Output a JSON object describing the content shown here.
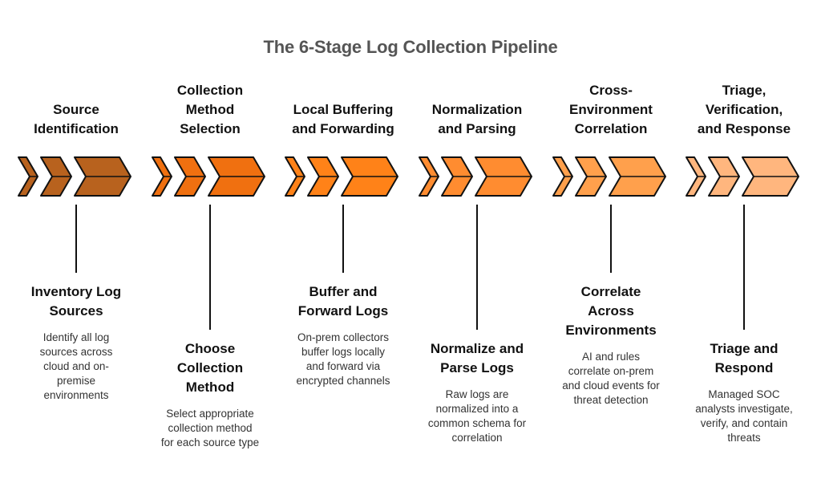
{
  "title": "The 6-Stage Log Collection Pipeline",
  "stages": [
    {
      "heading": "Source\nIdentification",
      "color": "#B8621E",
      "detail_title": "Inventory Log\nSources",
      "detail_desc": "Identify all log\nsources across\ncloud and on-\npremise\nenvironments"
    },
    {
      "heading": "Collection\nMethod\nSelection",
      "color": "#F07010",
      "detail_title": "Choose\nCollection\nMethod",
      "detail_desc": "Select appropriate\ncollection method\nfor each source type"
    },
    {
      "heading": "Local Buffering\nand Forwarding",
      "color": "#FF8218",
      "detail_title": "Buffer and\nForward Logs",
      "detail_desc": "On-prem collectors\nbuffer logs locally\nand forward via\nencrypted channels"
    },
    {
      "heading": "Normalization\nand Parsing",
      "color": "#FF8C30",
      "detail_title": "Normalize and\nParse Logs",
      "detail_desc": "Raw logs are\nnormalized into a\ncommon schema for\ncorrelation"
    },
    {
      "heading": "Cross-\nEnvironment\nCorrelation",
      "color": "#FFA04C",
      "detail_title": "Correlate\nAcross\nEnvironments",
      "detail_desc": "AI and rules\ncorrelate on-prem\nand cloud events for\nthreat detection"
    },
    {
      "heading": "Triage,\nVerification,\nand Response",
      "color": "#FFB67E",
      "detail_title": "Triage and\nRespond",
      "detail_desc": "Managed SOC\nanalysts investigate,\nverify, and contain\nthreats"
    }
  ]
}
